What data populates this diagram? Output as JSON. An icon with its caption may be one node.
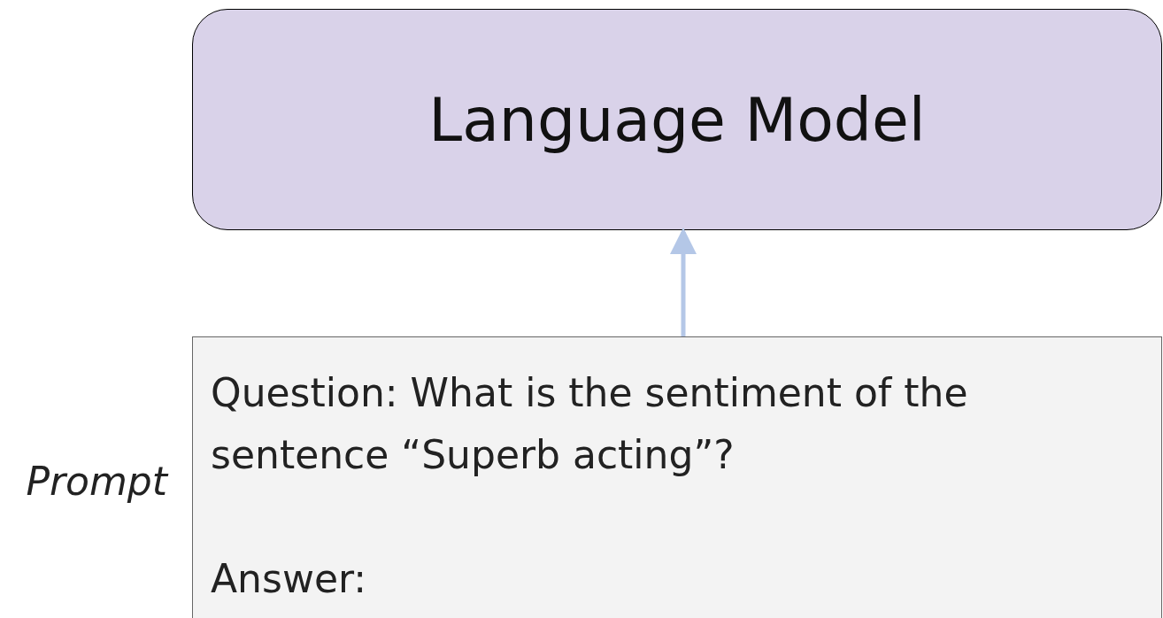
{
  "diagram": {
    "nodes": [
      {
        "text": [
          "Language Model"
        ]
      },
      {
        "text": [
          "Question: What is the sentiment of the sentence “Superb acting”?",
          "Answer:"
        ],
        "beside": [
          "Prompt"
        ]
      }
    ],
    "edges": [
      {
        "from": 1,
        "to": 0,
        "arrow": "to"
      }
    ]
  }
}
